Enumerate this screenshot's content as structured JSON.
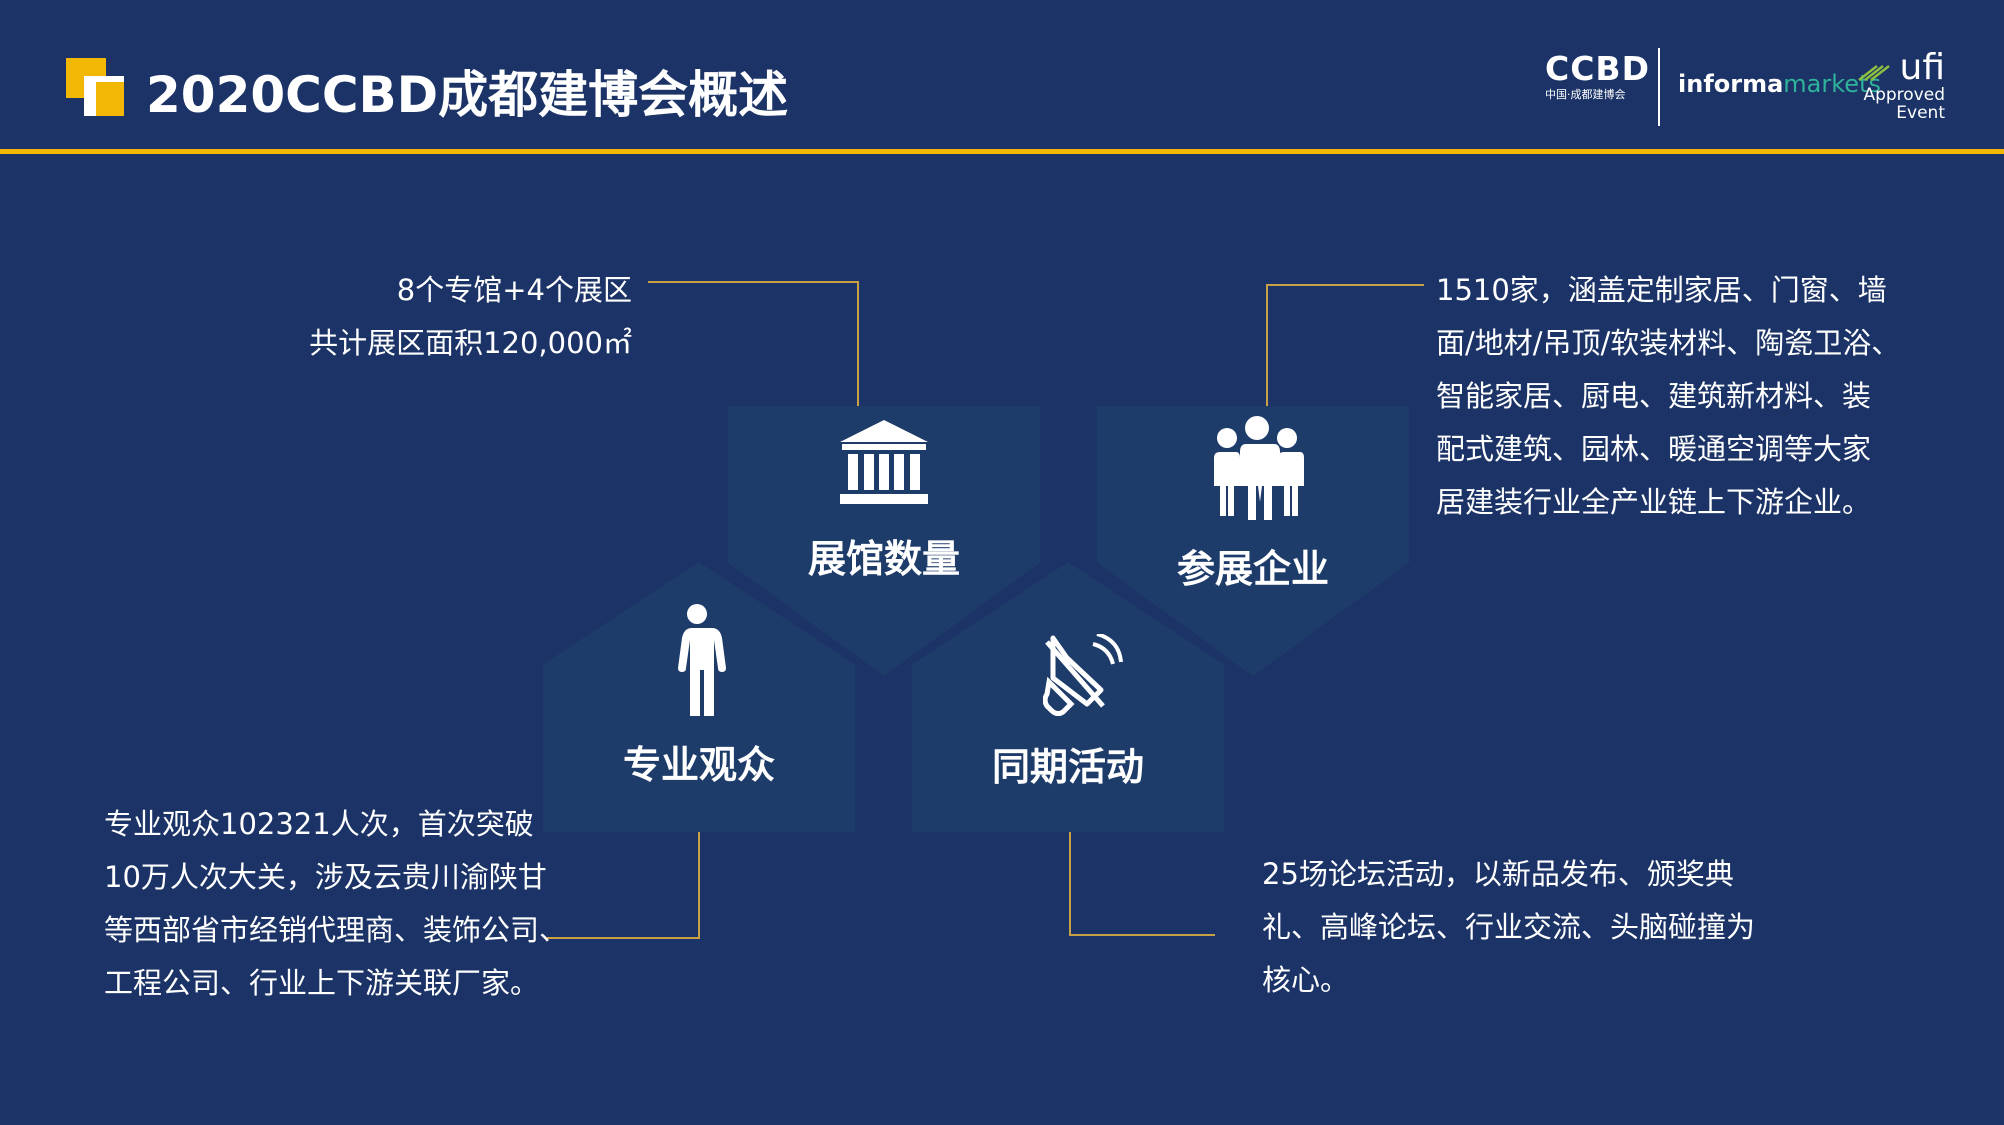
{
  "header": {
    "title": "2020CCBD成都建博会概述",
    "logo_ccbd": "CCBD",
    "logo_ccbd_sub": "中国·成都建博会",
    "logo_informa": "informa",
    "logo_markets": "markets",
    "logo_ufi": "ufi",
    "logo_ufi_sub1": "Approved",
    "logo_ufi_sub2": "Event"
  },
  "colors": {
    "background": "#1b3366",
    "accent": "#f2b705",
    "panel": "#1e3c6a",
    "connector": "#c9a043"
  },
  "sections": {
    "halls": {
      "label": "展馆数量",
      "icon": "museum-icon",
      "lines": [
        "8个专馆+4个展区",
        "共计展区面积120,000㎡"
      ]
    },
    "exhibitors": {
      "label": "参展企业",
      "icon": "people-group-icon",
      "lines": [
        "1510家，涵盖定制家居、门窗、墙",
        "面/地材/吊顶/软装材料、陶瓷卫浴、",
        "智能家居、厨电、建筑新材料、装",
        "配式建筑、园林、暖通空调等大家",
        "居建装行业全产业链上下游企业。"
      ]
    },
    "visitors": {
      "label": "专业观众",
      "icon": "person-icon",
      "lines": [
        "专业观众102321人次，首次突破",
        "10万人次大关，涉及云贵川渝陕甘",
        "等西部省市经销代理商、装饰公司、",
        "工程公司、行业上下游关联厂家。"
      ]
    },
    "events": {
      "label": "同期活动",
      "icon": "megaphone-icon",
      "lines": [
        "25场论坛活动，以新品发布、颁奖典",
        "礼、高峰论坛、行业交流、头脑碰撞为",
        "核心。"
      ]
    }
  }
}
